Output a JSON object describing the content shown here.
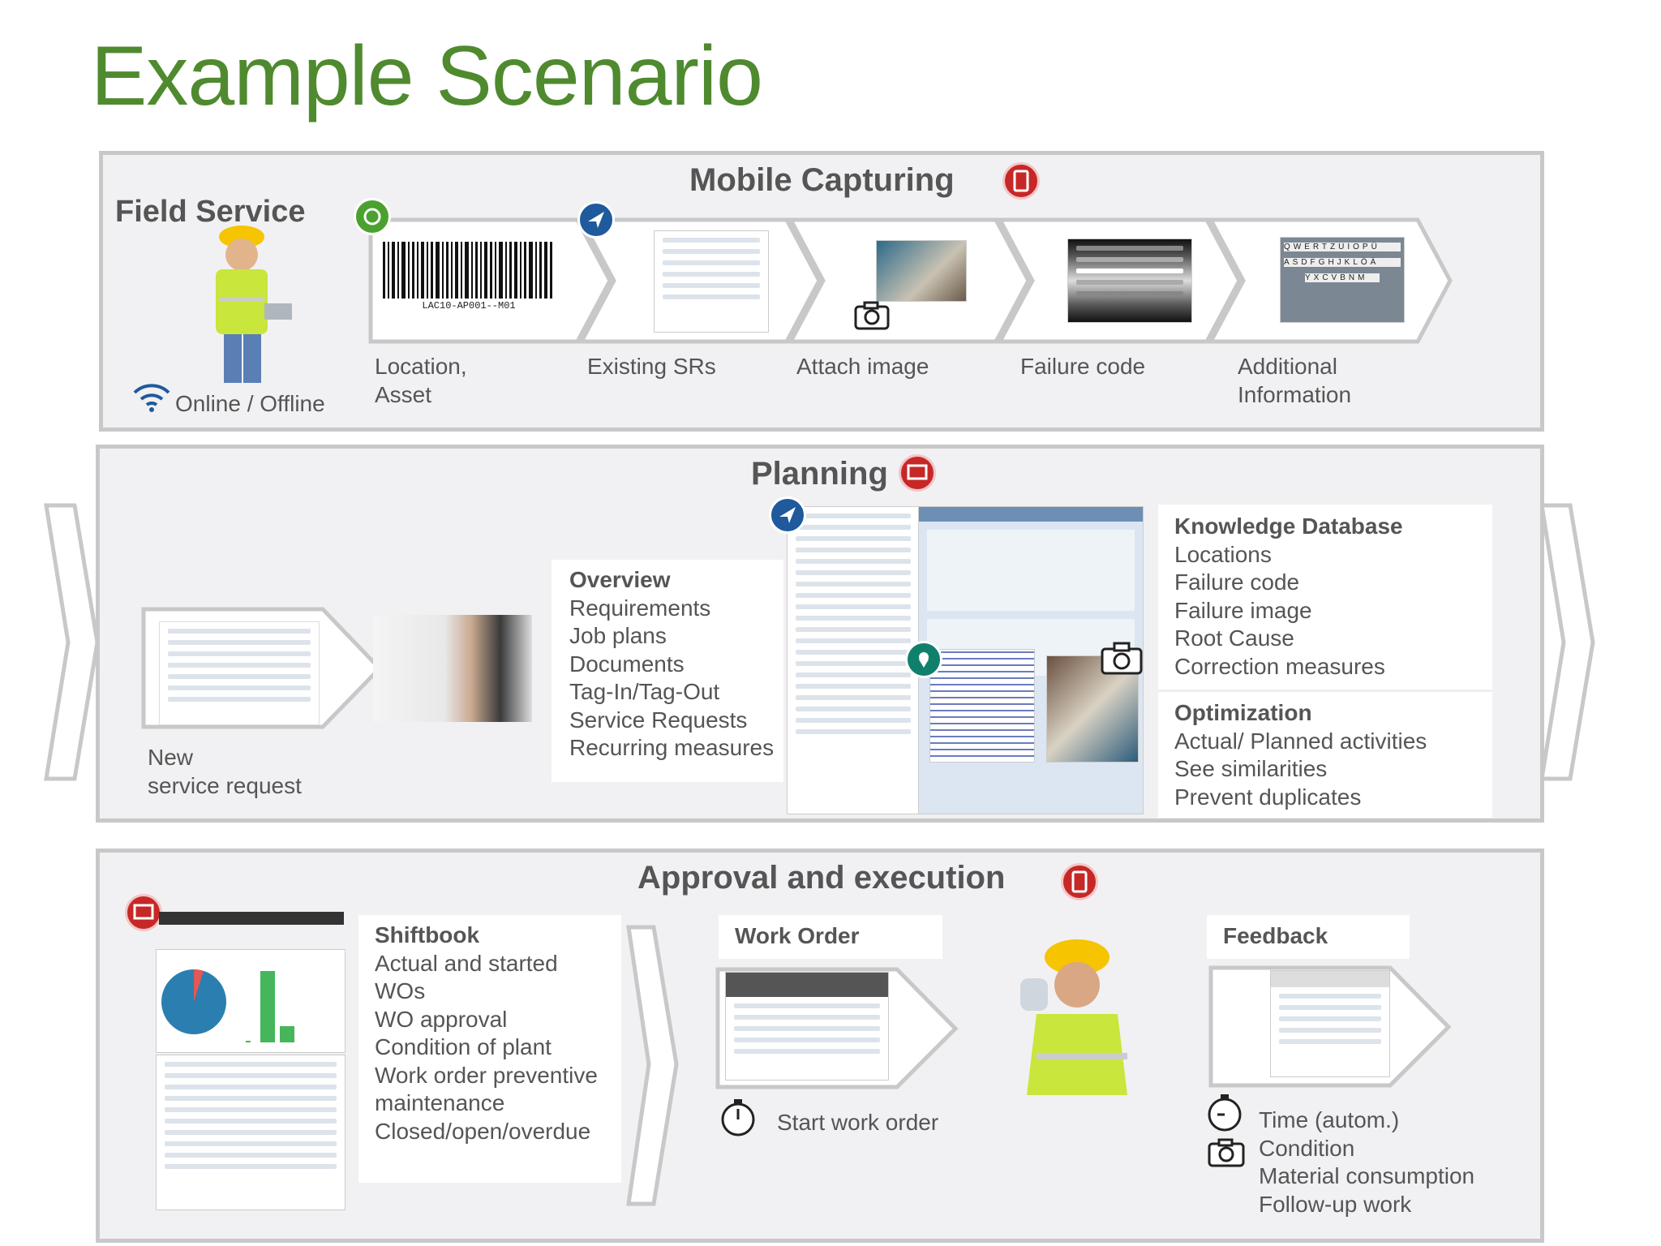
{
  "title": "Example Scenario",
  "mobile": {
    "title": "Mobile Capturing",
    "field_service": "Field Service",
    "online": "Online / Offline",
    "barcode_text": "LAC10-AP001--M01",
    "steps": [
      {
        "line1": "Location,",
        "line2": "Asset"
      },
      {
        "line1": "Existing SRs",
        "line2": ""
      },
      {
        "line1": "Attach image",
        "line2": ""
      },
      {
        "line1": "Failure code",
        "line2": ""
      },
      {
        "line1": "Additional",
        "line2": "Information"
      }
    ],
    "keyboard_rows": [
      "QWERTZUIOPÜ",
      "ASDFGHJKLÖÄ",
      "YXCVBNM"
    ]
  },
  "planning": {
    "title": "Planning",
    "new_request": [
      "New",
      "service request"
    ],
    "overview": {
      "heading": "Overview",
      "items": [
        "Requirements",
        "Job plans",
        "Documents",
        "Tag-In/Tag-Out",
        "Service Requests",
        "Recurring measures"
      ]
    },
    "knowledge": {
      "heading": "Knowledge Database",
      "items": [
        "Locations",
        "Failure code",
        "Failure image",
        "Root Cause",
        "Correction measures"
      ]
    },
    "optimization": {
      "heading": "Optimization",
      "items": [
        "Actual/ Planned activities",
        "See similarities",
        "Prevent duplicates"
      ]
    }
  },
  "approval": {
    "title": "Approval and execution",
    "shiftbook": {
      "heading": "Shiftbook",
      "items": [
        "Actual and started",
        "WOs",
        "WO approval",
        "Condition of plant",
        "Work order preventive",
        "maintenance",
        "Closed/open/overdue"
      ]
    },
    "work_order": {
      "heading": "Work Order",
      "start": "Start work order"
    },
    "feedback": {
      "heading": "Feedback",
      "items": [
        "Time (autom.)",
        "Condition",
        "Material consumption",
        "Follow-up work"
      ]
    }
  },
  "colors": {
    "title_green": "#4f8a2f",
    "badge_red": "#c62828",
    "badge_blue": "#1e5a9c",
    "badge_green": "#4aa12f",
    "panel_border": "#c8c8c8"
  }
}
